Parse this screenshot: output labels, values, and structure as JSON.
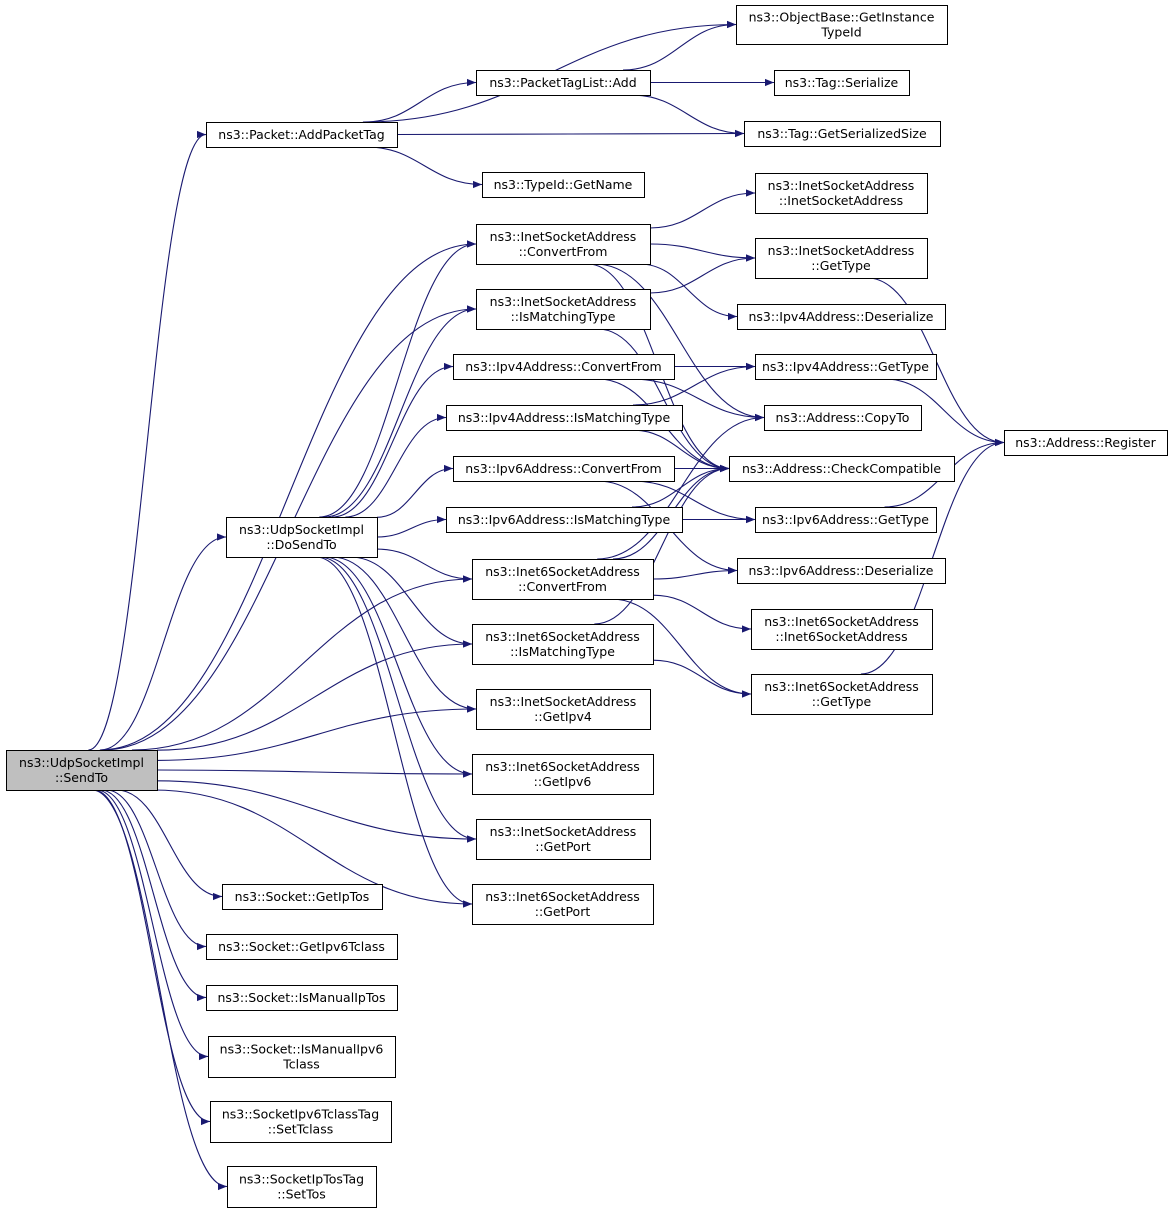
{
  "diagram": {
    "type": "call-graph",
    "colors": {
      "edge": "#191970",
      "root_fill": "#bfbfbf",
      "node_fill": "#ffffff",
      "node_border": "#000000"
    },
    "nodes": {
      "sendto": [
        "ns3::UdpSocketImpl",
        "::SendTo"
      ],
      "addpackettag": [
        "ns3::Packet::AddPacketTag"
      ],
      "dosendto": [
        "ns3::UdpSocketImpl",
        "::DoSendTo"
      ],
      "getiptos": [
        "ns3::Socket::GetIpTos"
      ],
      "getipv6tclass": [
        "ns3::Socket::GetIpv6Tclass"
      ],
      "ismanualiptos": [
        "ns3::Socket::IsManualIpTos"
      ],
      "ismanualipv6tclass": [
        "ns3::Socket::IsManualIpv6",
        "Tclass"
      ],
      "settclass": [
        "ns3::SocketIpv6TclassTag",
        "::SetTclass"
      ],
      "settos": [
        "ns3::SocketIpTosTag",
        "::SetTos"
      ],
      "getinstancetypeid": [
        "ns3::ObjectBase::GetInstance",
        "TypeId"
      ],
      "packettaglistadd": [
        "ns3::PacketTagList::Add"
      ],
      "tagserialize": [
        "ns3::Tag::Serialize"
      ],
      "taggetserializedsize": [
        "ns3::Tag::GetSerializedSize"
      ],
      "typeidgetname": [
        "ns3::TypeId::GetName"
      ],
      "inet_convertfrom": [
        "ns3::InetSocketAddress",
        "::ConvertFrom"
      ],
      "inet_ismatchingtype": [
        "ns3::InetSocketAddress",
        "::IsMatchingType"
      ],
      "ipv4_convertfrom": [
        "ns3::Ipv4Address::ConvertFrom"
      ],
      "ipv4_ismatchingtype": [
        "ns3::Ipv4Address::IsMatchingType"
      ],
      "ipv6_convertfrom": [
        "ns3::Ipv6Address::ConvertFrom"
      ],
      "ipv6_ismatchingtype": [
        "ns3::Ipv6Address::IsMatchingType"
      ],
      "inet6_convertfrom": [
        "ns3::Inet6SocketAddress",
        "::ConvertFrom"
      ],
      "inet6_ismatchingtype": [
        "ns3::Inet6SocketAddress",
        "::IsMatchingType"
      ],
      "inet_getipv4": [
        "ns3::InetSocketAddress",
        "::GetIpv4"
      ],
      "inet6_getipv6": [
        "ns3::Inet6SocketAddress",
        "::GetIpv6"
      ],
      "inet_getport": [
        "ns3::InetSocketAddress",
        "::GetPort"
      ],
      "inet6_getport": [
        "ns3::Inet6SocketAddress",
        "::GetPort"
      ],
      "inet_ctor": [
        "ns3::InetSocketAddress",
        "::InetSocketAddress"
      ],
      "inet_gettype": [
        "ns3::InetSocketAddress",
        "::GetType"
      ],
      "ipv4_deserialize": [
        "ns3::Ipv4Address::Deserialize"
      ],
      "ipv4_gettype": [
        "ns3::Ipv4Address::GetType"
      ],
      "address_copyto": [
        "ns3::Address::CopyTo"
      ],
      "address_checkcompatible": [
        "ns3::Address::CheckCompatible"
      ],
      "ipv6_gettype": [
        "ns3::Ipv6Address::GetType"
      ],
      "ipv6_deserialize": [
        "ns3::Ipv6Address::Deserialize"
      ],
      "inet6_ctor": [
        "ns3::Inet6SocketAddress",
        "::Inet6SocketAddress"
      ],
      "inet6_gettype": [
        "ns3::Inet6SocketAddress",
        "::GetType"
      ],
      "address_register": [
        "ns3::Address::Register"
      ]
    },
    "edges": [
      [
        "sendto",
        "addpackettag"
      ],
      [
        "sendto",
        "dosendto"
      ],
      [
        "sendto",
        "getiptos"
      ],
      [
        "sendto",
        "getipv6tclass"
      ],
      [
        "sendto",
        "ismanualiptos"
      ],
      [
        "sendto",
        "ismanualipv6tclass"
      ],
      [
        "sendto",
        "settclass"
      ],
      [
        "sendto",
        "settos"
      ],
      [
        "sendto",
        "inet_convertfrom"
      ],
      [
        "sendto",
        "inet_ismatchingtype"
      ],
      [
        "sendto",
        "inet6_convertfrom"
      ],
      [
        "sendto",
        "inet6_ismatchingtype"
      ],
      [
        "sendto",
        "inet_getipv4"
      ],
      [
        "sendto",
        "inet6_getipv6"
      ],
      [
        "sendto",
        "inet_getport"
      ],
      [
        "sendto",
        "inet6_getport"
      ],
      [
        "addpackettag",
        "getinstancetypeid"
      ],
      [
        "addpackettag",
        "packettaglistadd"
      ],
      [
        "addpackettag",
        "taggetserializedsize"
      ],
      [
        "addpackettag",
        "typeidgetname"
      ],
      [
        "packettaglistadd",
        "getinstancetypeid"
      ],
      [
        "packettaglistadd",
        "tagserialize"
      ],
      [
        "packettaglistadd",
        "taggetserializedsize"
      ],
      [
        "dosendto",
        "inet_convertfrom"
      ],
      [
        "dosendto",
        "inet_ismatchingtype"
      ],
      [
        "dosendto",
        "ipv4_convertfrom"
      ],
      [
        "dosendto",
        "ipv4_ismatchingtype"
      ],
      [
        "dosendto",
        "ipv6_convertfrom"
      ],
      [
        "dosendto",
        "ipv6_ismatchingtype"
      ],
      [
        "dosendto",
        "inet6_convertfrom"
      ],
      [
        "dosendto",
        "inet6_ismatchingtype"
      ],
      [
        "dosendto",
        "inet_getipv4"
      ],
      [
        "dosendto",
        "inet6_getipv6"
      ],
      [
        "dosendto",
        "inet_getport"
      ],
      [
        "dosendto",
        "inet6_getport"
      ],
      [
        "inet_convertfrom",
        "inet_ctor"
      ],
      [
        "inet_convertfrom",
        "inet_gettype"
      ],
      [
        "inet_convertfrom",
        "ipv4_deserialize"
      ],
      [
        "inet_convertfrom",
        "address_copyto"
      ],
      [
        "inet_convertfrom",
        "address_checkcompatible"
      ],
      [
        "inet_ismatchingtype",
        "inet_gettype"
      ],
      [
        "inet_ismatchingtype",
        "address_checkcompatible"
      ],
      [
        "ipv4_convertfrom",
        "ipv4_gettype"
      ],
      [
        "ipv4_convertfrom",
        "address_copyto"
      ],
      [
        "ipv4_convertfrom",
        "address_checkcompatible"
      ],
      [
        "ipv4_ismatchingtype",
        "ipv4_gettype"
      ],
      [
        "ipv4_ismatchingtype",
        "address_checkcompatible"
      ],
      [
        "ipv6_convertfrom",
        "address_checkcompatible"
      ],
      [
        "ipv6_convertfrom",
        "ipv6_gettype"
      ],
      [
        "ipv6_convertfrom",
        "ipv6_deserialize"
      ],
      [
        "ipv6_ismatchingtype",
        "address_checkcompatible"
      ],
      [
        "ipv6_ismatchingtype",
        "ipv6_gettype"
      ],
      [
        "inet6_convertfrom",
        "address_copyto"
      ],
      [
        "inet6_convertfrom",
        "address_checkcompatible"
      ],
      [
        "inet6_convertfrom",
        "ipv6_deserialize"
      ],
      [
        "inet6_convertfrom",
        "inet6_ctor"
      ],
      [
        "inet6_convertfrom",
        "inet6_gettype"
      ],
      [
        "inet6_ismatchingtype",
        "address_checkcompatible"
      ],
      [
        "inet6_ismatchingtype",
        "inet6_gettype"
      ],
      [
        "inet_gettype",
        "address_register"
      ],
      [
        "ipv4_gettype",
        "address_register"
      ],
      [
        "ipv6_gettype",
        "address_register"
      ],
      [
        "inet6_gettype",
        "address_register"
      ]
    ]
  }
}
